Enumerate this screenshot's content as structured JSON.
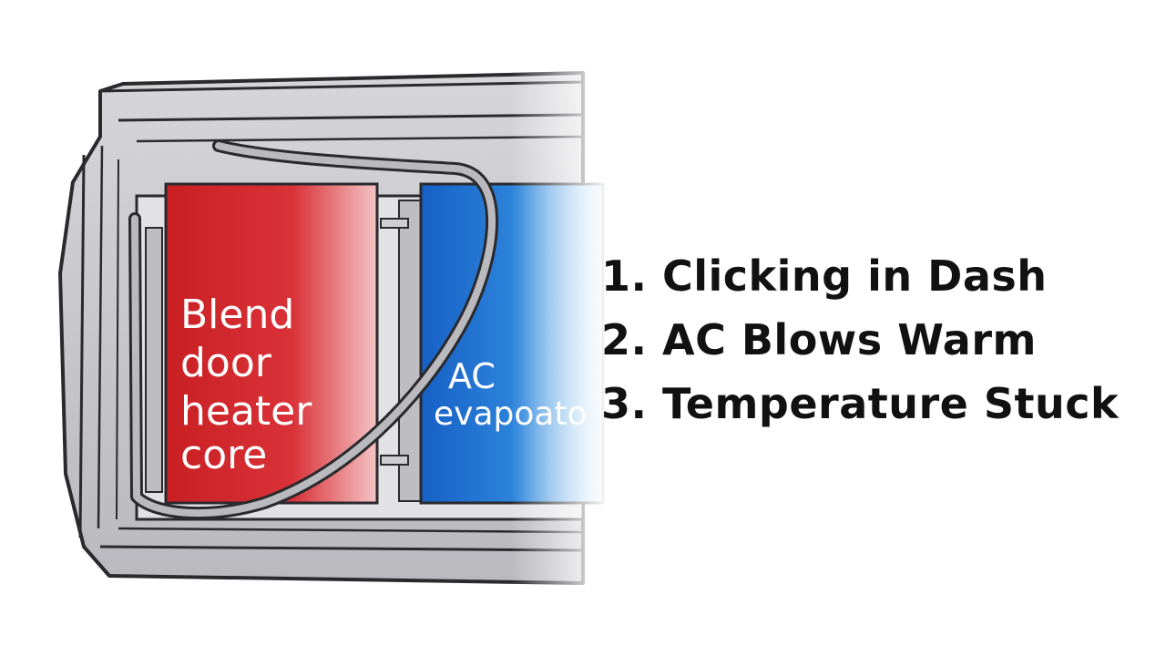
{
  "diagram": {
    "heater_panel": {
      "lines": [
        "Blend",
        "door",
        "heater",
        "core"
      ],
      "color": "#d42a2a"
    },
    "evaporator_panel": {
      "lines": [
        "AC",
        "evapoato"
      ],
      "color": "#1f6fcf"
    },
    "housing_color": "#c9c9cc",
    "outline_color": "#2a2a2e"
  },
  "symptoms": [
    "1. Clicking in Dash",
    "2. AC Blows Warm",
    "3. Temperature Stuck"
  ]
}
